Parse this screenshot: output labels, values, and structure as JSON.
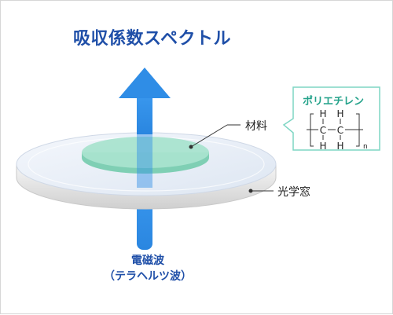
{
  "title": "吸収係数スペクトル",
  "labels": {
    "material": "材料",
    "window": "光学窓",
    "wave_line1": "電磁波",
    "wave_line2": "（テラヘルツ波）"
  },
  "callout": {
    "title": "ポリエチレン",
    "formula": {
      "top_row": [
        "H",
        "H"
      ],
      "middle_row": [
        "C",
        "C"
      ],
      "bottom_row": [
        "H",
        "H"
      ],
      "subscript": "n"
    }
  },
  "colors": {
    "title": "#1f4fa8",
    "arrow": "#2f8de6",
    "material": "#a9e3cf",
    "window": "#e8eef7",
    "callout_border": "#7fd6c4",
    "callout_title": "#23a28a"
  }
}
